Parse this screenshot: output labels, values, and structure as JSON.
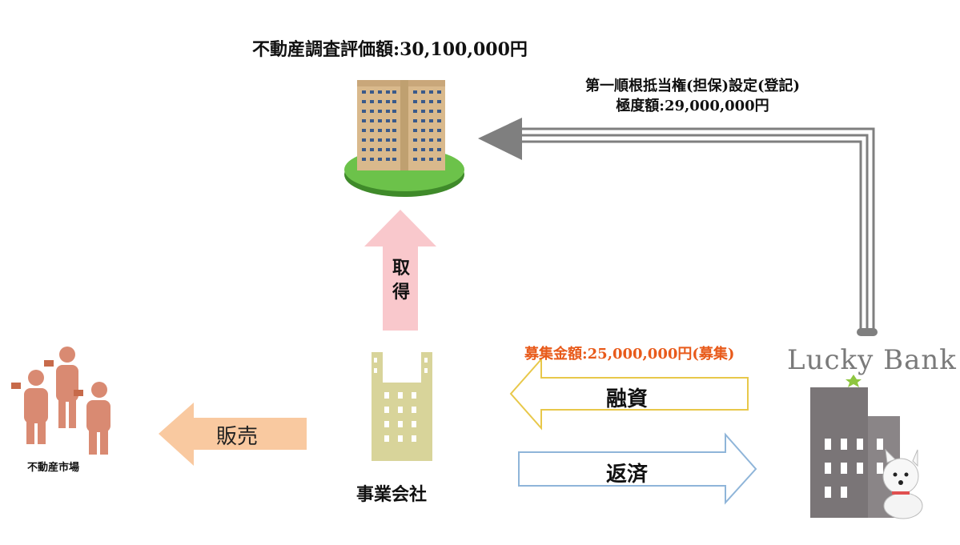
{
  "property": {
    "appraisal_label": "不動産調査評価額:30,100,000円"
  },
  "mortgage": {
    "line1": "第一順根抵当権(担保)設定(登記)",
    "line2": "極度額:29,000,000円"
  },
  "flows": {
    "acquire": "取得",
    "sale": "販売",
    "loan": "融資",
    "repay": "返済"
  },
  "recruitment": {
    "label": "募集金額:25,000,000円(募集)"
  },
  "actors": {
    "market": "不動産市場",
    "company": "事業会社",
    "brand": "Lucky Bank"
  },
  "colors": {
    "acquire_arrow": "#f9c8cc",
    "sale_arrow": "#f9c9a0",
    "loan_arrow_border": "#e8c84a",
    "repay_arrow_border": "#8fb5d9",
    "mortgage_arrow": "#7f7f7f",
    "recruit_text": "#e85a1a",
    "company_building": "#d8d49a",
    "bank_building": "#7a7577",
    "people": "#d98a72"
  }
}
